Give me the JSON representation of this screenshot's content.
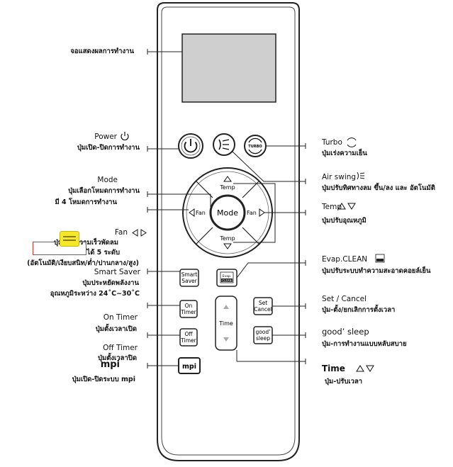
{
  "left_labels": {
    "display": "จอแสดงผลการทำงาน",
    "power_title": "Power",
    "power_desc": "ปุ่มเปิด-ปิดการทำงาน",
    "mode_title": "Mode",
    "mode_desc1": "ปุ่มเลือกโหมดการทำงาน",
    "mode_desc2": "มี 4 โหมดการทำงาน",
    "fan_title": "Fan",
    "fan_desc1": "ปุ่มปรับความเร็วพัดลม",
    "fan_desc2": "ได้ 5 ระดับ",
    "fan_desc3": "(อัตโนมัติ/เงียบสนิท/ต่ำ/ปานกลาง/สูง)",
    "smart_title": "Smart Saver",
    "smart_desc1": "ปุ่มประหยัดพลังงาน",
    "smart_desc2": "อุณหภูมิระหว่าง 24˚C~30˚C",
    "on_timer_title": "On Timer",
    "on_timer_desc": "ปุ่มตั้งเวลาเปิด",
    "off_timer_title": "Off Timer",
    "off_timer_desc": "ปุ่มตั้งเวลาปิด",
    "mpi_title": "mpi",
    "mpi_desc": "ปุ่มเปิด-ปิดระบบ mpi"
  },
  "right_labels": {
    "turbo_title": "Turbo",
    "turbo_desc": "ปุ่มเร่งความเย็น",
    "airswing_title": "Air swing",
    "airswing_desc": "ปุ่มปรับทิศทางลม ขึ้น/ลง และ อัตโนมัติ",
    "temp_title": "Temp",
    "temp_desc": "ปุ่มปรับอุณหภูมิ",
    "evap_title": "Evap.CLEAN",
    "evap_desc": "ปุ่มปรับระบบทำความสะอาดคอยล์เย็น",
    "set_title": "Set / Cancel",
    "set_desc": "ปุ่ม-ตั้ง/ยกเลิกการตั้งเวลา",
    "sleep_title": "good’ sleep",
    "sleep_desc": "ปุ่ม-การทำงานแบบหลับสบาย",
    "time_title": "Time",
    "time_desc": "ปุ่ม-ปรับเวลา"
  },
  "remote": {
    "temp_top": "Temp",
    "temp_bottom": "Temp",
    "mode": "Mode",
    "fan_left": "Fan",
    "fan_right": "Fan",
    "smart_1": "Smart",
    "smart_2": "Saver",
    "evap_1": "Evap.",
    "evap_2": "CLEAN",
    "on_1": "On",
    "on_2": "Timer",
    "off_1": "Off",
    "off_2": "Timer",
    "time": "Time",
    "set_1": "Set",
    "set_2": "Cancel",
    "good_1": "good’",
    "good_2": "sleep",
    "mpi": "mpi",
    "turbo": "TURBO"
  },
  "icons": {
    "power": "power-icon",
    "turbo": "turbo-icon",
    "swing": "air-swing-icon",
    "arrows": "triangle-arrow-icons"
  },
  "colors": {
    "stroke": "#222222",
    "screen": "#cfcfcf",
    "highlight_box": "#d9342b",
    "note": "#f5e72a"
  }
}
